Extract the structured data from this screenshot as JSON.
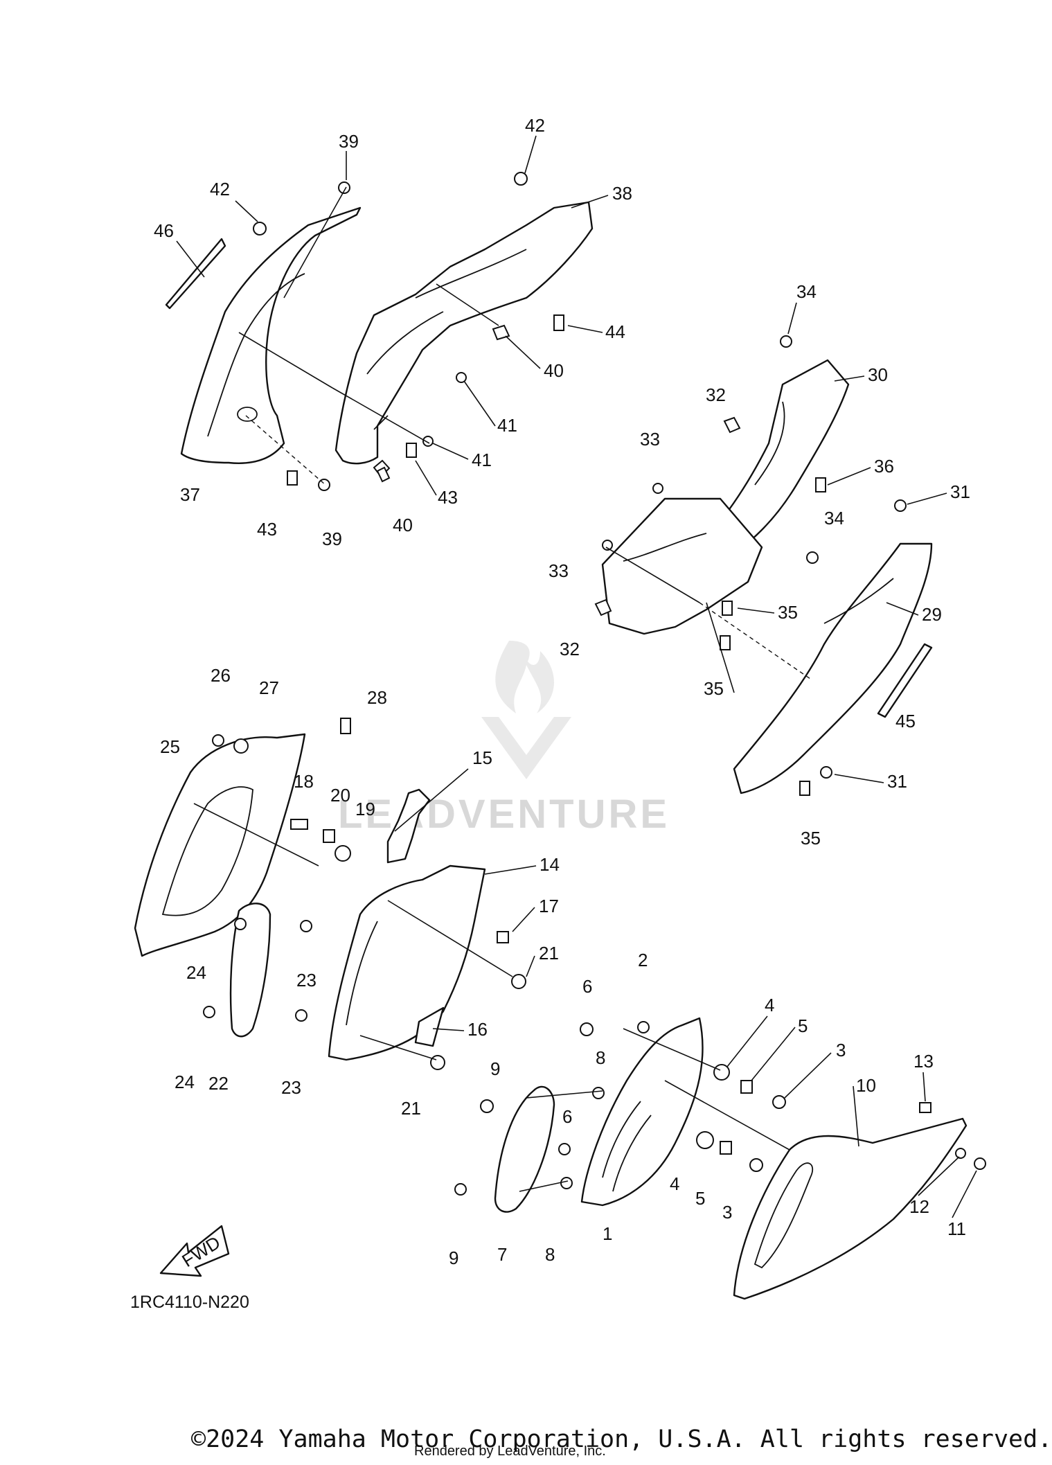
{
  "diagram": {
    "code": "1RC4110-N220",
    "fwd_label": "FWD",
    "watermark_text": "LEADVENTURE",
    "copyright": "©2024 Yamaha Motor Corporation, U.S.A. All rights reserved.",
    "rendered_by": "Rendered by LeadVenture, Inc.",
    "callouts": [
      "1",
      "2",
      "3",
      "3",
      "4",
      "4",
      "5",
      "5",
      "6",
      "6",
      "7",
      "8",
      "8",
      "9",
      "9",
      "10",
      "11",
      "12",
      "13",
      "14",
      "15",
      "16",
      "17",
      "18",
      "19",
      "20",
      "21",
      "21",
      "22",
      "23",
      "23",
      "24",
      "24",
      "25",
      "26",
      "27",
      "28",
      "29",
      "30",
      "31",
      "31",
      "32",
      "32",
      "33",
      "33",
      "34",
      "34",
      "35",
      "35",
      "35",
      "36",
      "37",
      "38",
      "39",
      "39",
      "40",
      "40",
      "41",
      "41",
      "42",
      "42",
      "43",
      "43",
      "44",
      "45",
      "46"
    ]
  },
  "colors": {
    "line": "#111111",
    "background": "#ffffff",
    "watermark": "#d8d8d8"
  }
}
